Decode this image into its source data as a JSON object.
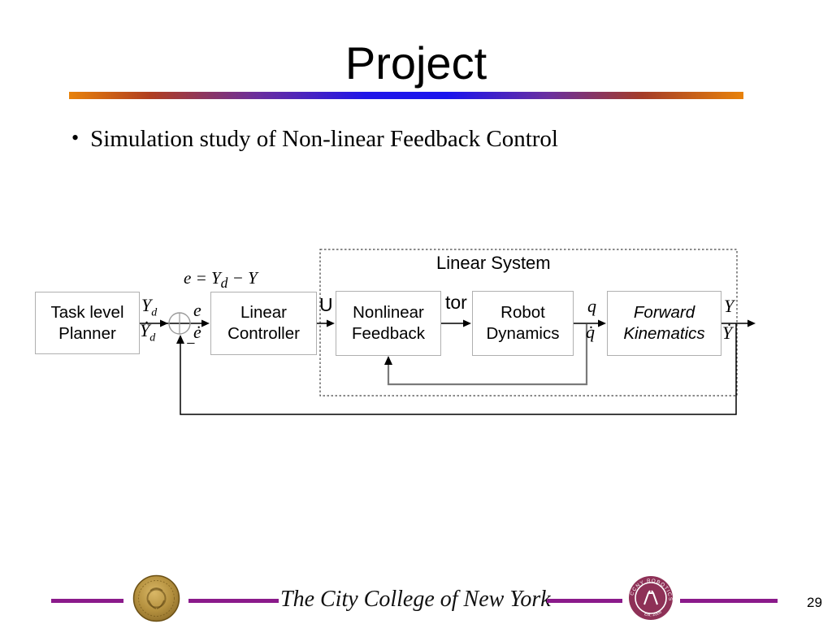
{
  "slide": {
    "title": "Project",
    "bullet_glyph": "•",
    "bullet": "Simulation study of Non-linear Feedback Control"
  },
  "diagram": {
    "linear_system_label": "Linear System",
    "formula": {
      "p1": "e = Y",
      "sub": "d",
      "p2": " − Y"
    },
    "boxes": [
      {
        "line1": "Task level",
        "line2": "Planner"
      },
      {
        "line1": "Linear",
        "line2": "Controller"
      },
      {
        "line1": "Nonlinear",
        "line2": "Feedback"
      },
      {
        "line1": "Robot",
        "line2": "Dynamics"
      },
      {
        "line1": "Forward",
        "line2": "Kinematics"
      }
    ],
    "labels": {
      "yd_top": {
        "base": "Y",
        "sub": "d"
      },
      "yd_bot": {
        "base": "Ẏ",
        "sub": "d"
      },
      "e_top": "e",
      "e_bot": "ė",
      "minus": "−",
      "u": "U",
      "tor": "tor",
      "q_top": "q",
      "q_bot": "q̇",
      "y_top": "Y",
      "y_bot": "Ẏ"
    }
  },
  "footer": {
    "college_name": "The City College of New York",
    "page_number": "29",
    "robotics_logo": {
      "ring_text": "CCNY ROBOTICS LAB",
      "est_text": "Est. 2005"
    }
  },
  "colors": {
    "accent_purple": "#8B1A8B",
    "divider_orange": "#E8820A",
    "divider_blue": "#1A14EE",
    "box_border_gray": "#B0B0B0",
    "inner_feedback_gray": "#7A7A7A",
    "seal_gold": "#B5913F",
    "robotics_maroon": "#8E3157"
  }
}
